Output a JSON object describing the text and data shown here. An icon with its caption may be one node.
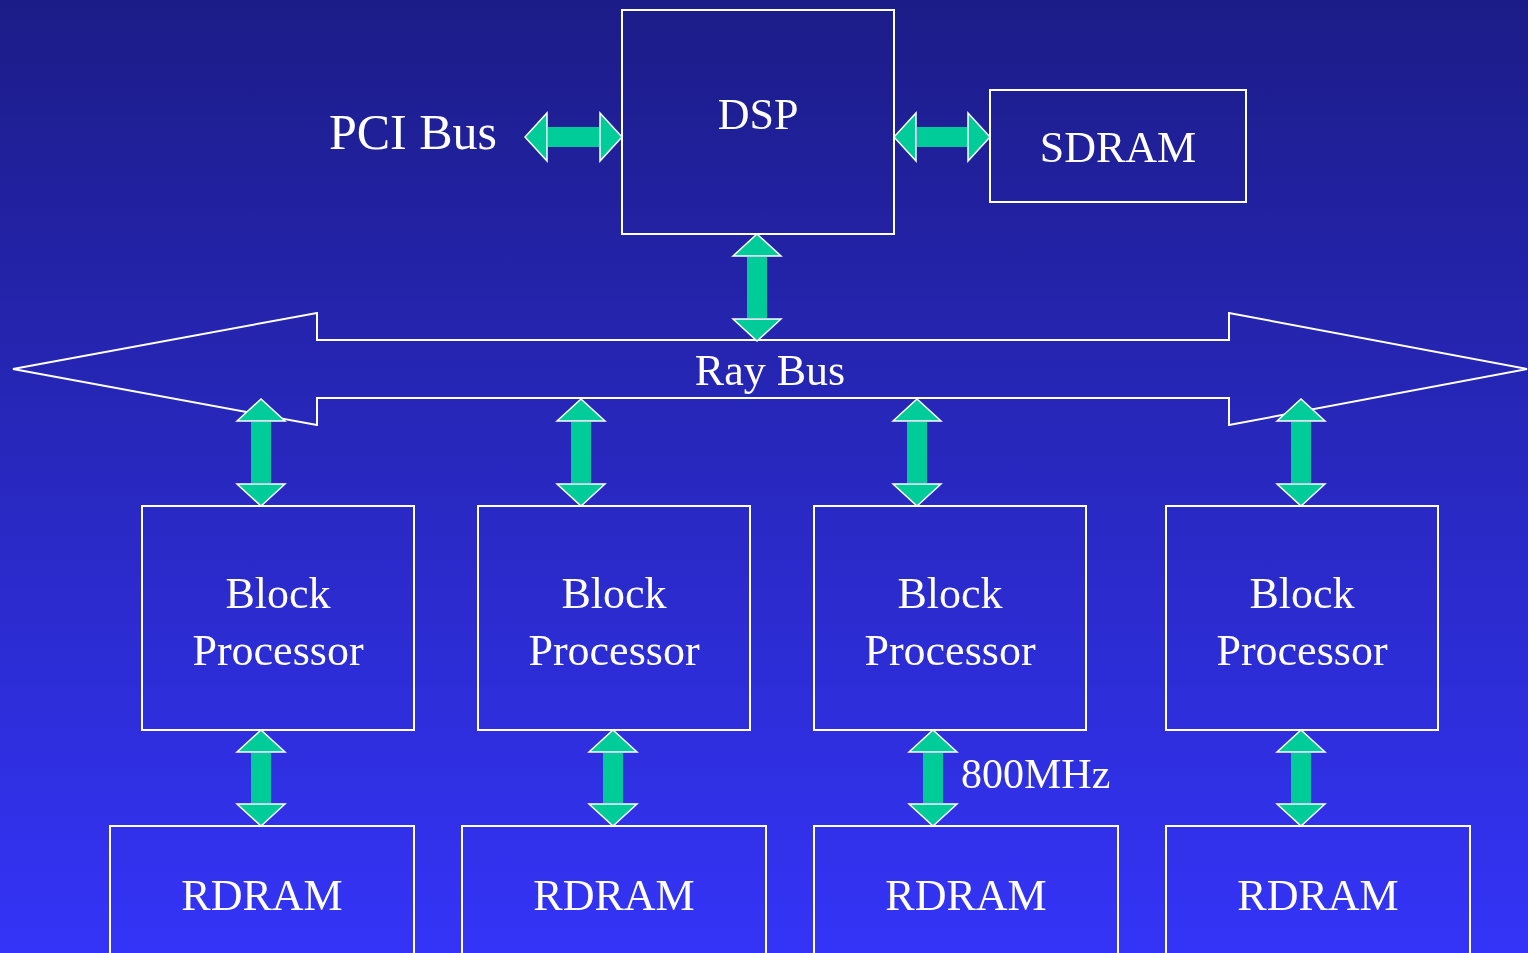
{
  "diagram": {
    "nodes": [
      {
        "text": [
          "PCI Bus"
        ]
      },
      {
        "text": [
          "DSP"
        ]
      },
      {
        "text": [
          "SDRAM"
        ]
      },
      {
        "text": [
          "Ray Bus"
        ]
      },
      {
        "text": [
          "Block Processor"
        ]
      },
      {
        "text": [
          "Block Processor"
        ]
      },
      {
        "text": [
          "Block Processor"
        ]
      },
      {
        "text": [
          "Block Processor"
        ]
      },
      {
        "text": [
          "RDRAM"
        ]
      },
      {
        "text": [
          "RDRAM"
        ]
      },
      {
        "text": [
          "RDRAM"
        ]
      },
      {
        "text": [
          "RDRAM"
        ]
      }
    ],
    "edges": [
      {
        "from": 0,
        "to": 1,
        "arrow": "both"
      },
      {
        "from": 1,
        "to": 2,
        "arrow": "both"
      },
      {
        "from": 1,
        "to": 3,
        "arrow": "both"
      },
      {
        "from": 3,
        "to": 4,
        "arrow": "both"
      },
      {
        "from": 3,
        "to": 5,
        "arrow": "both"
      },
      {
        "from": 3,
        "to": 6,
        "arrow": "both"
      },
      {
        "from": 3,
        "to": 7,
        "arrow": "both"
      },
      {
        "from": 4,
        "to": 8,
        "arrow": "both"
      },
      {
        "from": 5,
        "to": 9,
        "arrow": "both"
      },
      {
        "from": 6,
        "to": 10,
        "arrow": "both",
        "label": "800MHz"
      },
      {
        "from": 7,
        "to": 11,
        "arrow": "both"
      }
    ]
  }
}
